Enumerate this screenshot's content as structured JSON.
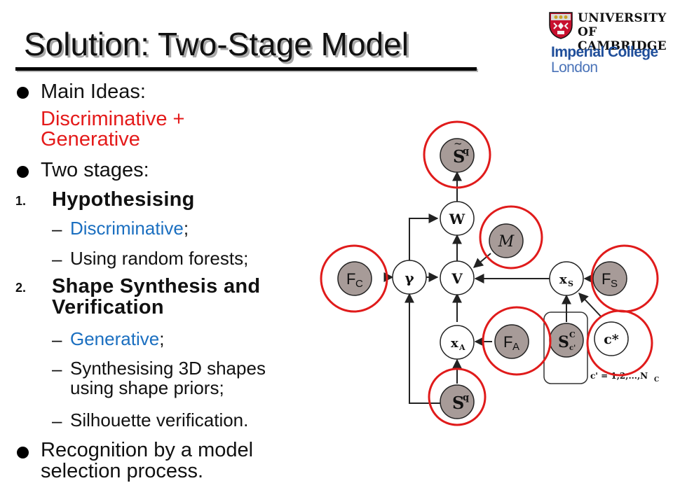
{
  "title": "Solution: Two-Stage Model",
  "logos": {
    "cambridge_line1": "UNIVERSITY OF",
    "cambridge_line2": "CAMBRIDGE",
    "imperial_line1": "Imperial College",
    "imperial_line2": "London"
  },
  "bullets": {
    "main_ideas": "Main Ideas:",
    "main_ideas_line1": "Discriminative +",
    "main_ideas_line2": "Generative",
    "two_stages": "Two stages:",
    "stage1_num": "1.",
    "stage1_title": "Hypothesising",
    "stage1_sub1": "Discriminative",
    "stage1_sub1_suffix": ";",
    "stage1_sub2": "Using random forests;",
    "stage2_num": "2.",
    "stage2_title_line1": "Shape Synthesis and",
    "stage2_title_line2": "Verification",
    "stage2_sub1": "Generative",
    "stage2_sub1_suffix": ";",
    "stage2_sub2_line1": "Synthesising 3D shapes",
    "stage2_sub2_line2": "using shape priors;",
    "stage2_sub3": "Silhouette verification.",
    "recognition_line1": "Recognition by a model",
    "recognition_line2": "selection process.",
    "dash": "–"
  },
  "diagram": {
    "nodes": {
      "s_tilde_q": "S",
      "s_tilde_q_sup": "q",
      "w": "W",
      "m": "M",
      "f_c": "F",
      "f_c_sub": "C",
      "gamma": "γ",
      "v": "V",
      "x_s": "x",
      "x_s_sub": "S",
      "f_s": "F",
      "f_s_sub": "S",
      "x_a": "x",
      "x_a_sub": "A",
      "f_a": "F",
      "f_a_sub": "A",
      "s_c": "S",
      "s_c_sup": "C",
      "s_c_sub": "c'",
      "c_star": "c*",
      "s_q": "S",
      "s_q_sup": "q"
    },
    "plate_label": "c' = 1,2,...,N",
    "plate_label_sub": "C",
    "colors": {
      "observed_fill": "#a79b98",
      "latent_fill": "#ffffff",
      "highlight": "#e01b1b"
    }
  }
}
